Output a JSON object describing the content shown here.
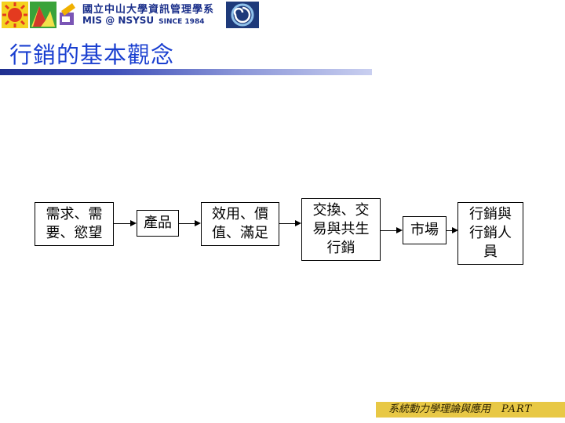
{
  "header": {
    "dept_name": "國立中山大學資訊管理學系",
    "dept_sub": "MIS @ NSYSU",
    "since": "SINCE 1984"
  },
  "page_title": "行銷的基本觀念",
  "flow": [
    {
      "line1": "需求、需",
      "line2": "要、慾望",
      "line3": ""
    },
    {
      "line1": "產品",
      "line2": "",
      "line3": ""
    },
    {
      "line1": "效用、價",
      "line2": "值、滿足",
      "line3": ""
    },
    {
      "line1": "交換、交",
      "line2": "易與共生",
      "line3": "行銷"
    },
    {
      "line1": "市場",
      "line2": "",
      "line3": ""
    },
    {
      "line1": "行銷與",
      "line2": "行銷人",
      "line3": "員"
    }
  ],
  "footer": {
    "course": "系統動力學理論與應用",
    "part": "PART"
  }
}
